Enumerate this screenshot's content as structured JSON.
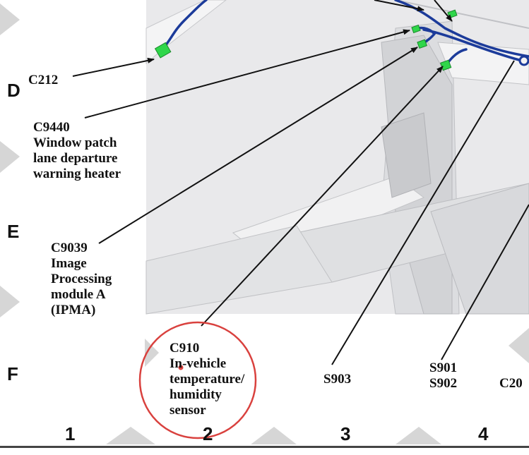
{
  "rows": [
    "D",
    "E",
    "F"
  ],
  "columns": [
    "1",
    "2",
    "3",
    "4"
  ],
  "callouts": {
    "c212": "C212",
    "c9440": [
      "C9440",
      "Window patch",
      "lane departure",
      "warning heater"
    ],
    "c9039": [
      "C9039",
      "Image",
      "Processing",
      "module A",
      "(IPMA)"
    ],
    "c910": [
      "C910",
      "In-vehicle",
      "temperature/",
      "humidity",
      "sensor"
    ],
    "s903": "S903",
    "s901_s902": [
      "S901",
      "S902"
    ],
    "c20_partial": [
      "C20"
    ]
  },
  "colors": {
    "wire": "#1c3b9a",
    "connector": "#2fd64a",
    "highlight_circle": "#d9413e",
    "body_panel": "#e6e7e9",
    "grid_pattern": "#d4d4d4"
  }
}
